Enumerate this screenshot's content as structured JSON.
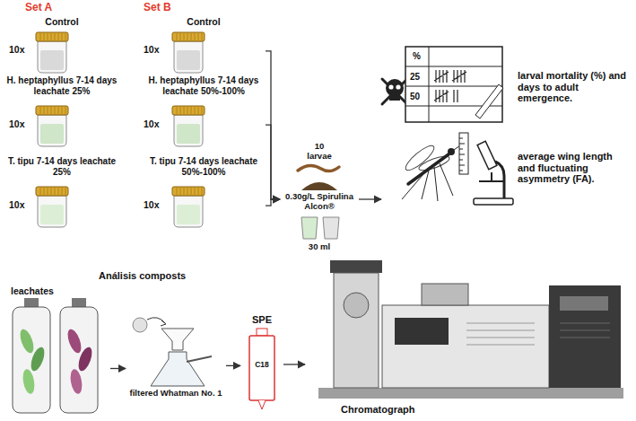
{
  "diagram": {
    "nodes": [
      {
        "text": [
          "Control"
        ]
      },
      {
        "text": [
          "H. heptaphyllus 7-14 days leachate 25%"
        ]
      },
      {
        "text": [
          "T. tipu 7-14 days leachate 25%"
        ]
      },
      {
        "text": [
          "Control"
        ]
      },
      {
        "text": [
          "H. heptaphyllus 7-14 days leachate 50%-100%"
        ]
      },
      {
        "text": [
          "T. tipu 7-14 days leachate 50%-100%"
        ]
      },
      {
        "text": [
          "10 larvae",
          "0.30g/L Spirulina Alcon®",
          "30 ml"
        ]
      },
      {
        "text": [
          "larval mortality (%) and days to adult emergence.",
          "average wing length and fluctuating asymmetry (FA)."
        ]
      },
      {
        "text": [
          "leachates"
        ]
      },
      {
        "text": [
          "filtered Whatman No. 1"
        ]
      },
      {
        "text": [
          "SPE",
          "C18"
        ]
      },
      {
        "text": [
          "Chromatograph"
        ]
      }
    ],
    "edges": [
      {
        "from": 3,
        "to": 6,
        "arrow": "to"
      },
      {
        "from": 4,
        "to": 6,
        "arrow": "to"
      },
      {
        "from": 5,
        "to": 6,
        "arrow": "to"
      },
      {
        "from": 6,
        "to": 7,
        "arrow": "to"
      },
      {
        "from": 8,
        "to": 9,
        "arrow": "to"
      },
      {
        "from": 9,
        "to": 10,
        "arrow": "to"
      },
      {
        "from": 10,
        "to": 11,
        "arrow": "to"
      }
    ],
    "labels": [
      "Set A",
      "Set B",
      "10x",
      "10x",
      "10x",
      "10x",
      "10x",
      "10x",
      "%",
      "25",
      "50",
      "Análisis composts"
    ]
  }
}
